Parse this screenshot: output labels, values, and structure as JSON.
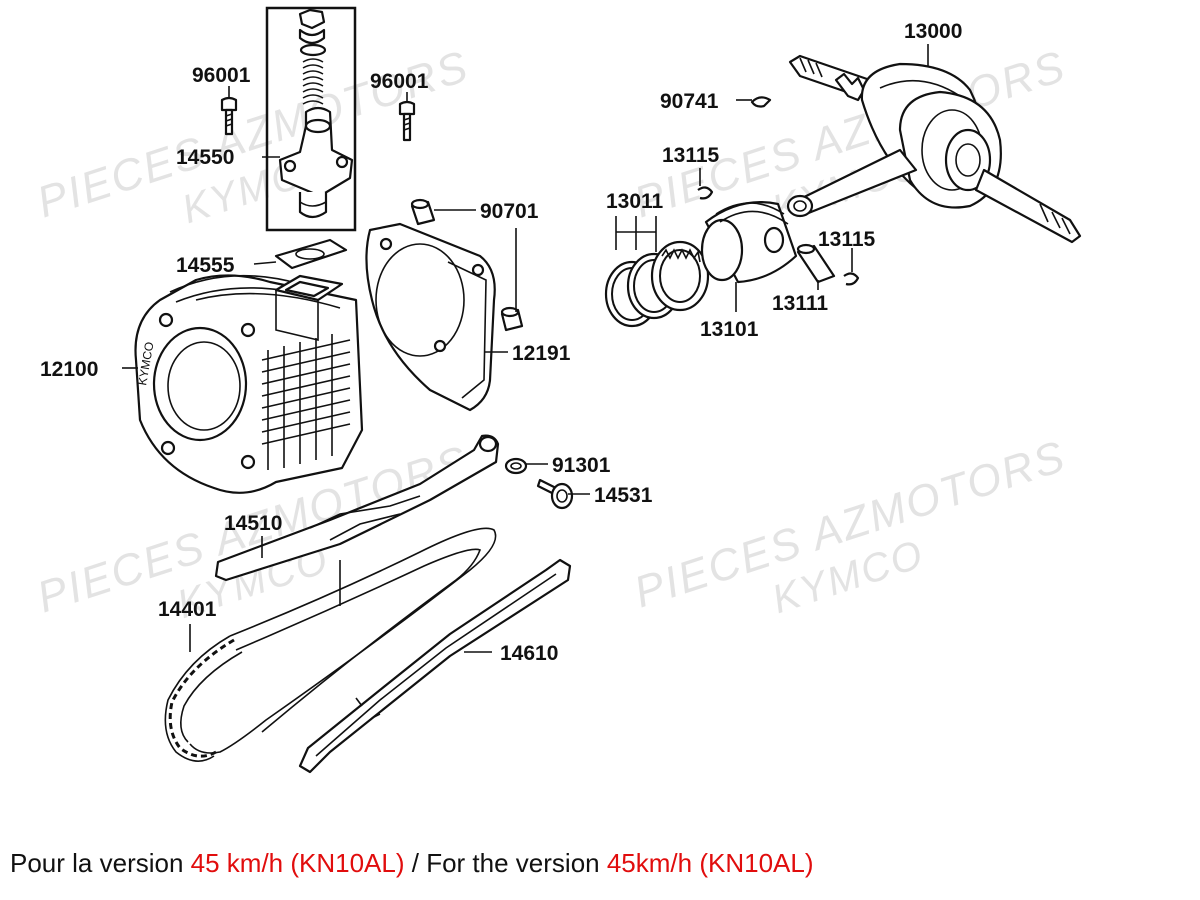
{
  "watermark": {
    "line1": "PIECES AZMOTORS",
    "line2": "KYMCO"
  },
  "cylinder_mark": "KYMCO",
  "part_numbers": {
    "p13000": "13000",
    "p96001a": "96001",
    "p96001b": "96001",
    "p90741": "90741",
    "p14550": "14550",
    "p13115a": "13115",
    "p13011": "13011",
    "p90701": "90701",
    "p13115b": "13115",
    "p14555": "14555",
    "p13111": "13111",
    "p13101": "13101",
    "p12191": "12191",
    "p12100": "12100",
    "p91301": "91301",
    "p14531": "14531",
    "p14510": "14510",
    "p14401": "14401",
    "p14610": "14610"
  },
  "caption": {
    "fr_prefix": "Pour la version ",
    "fr_version": "45 km/h (KN10AL)",
    "separator": " / For the version ",
    "en_version": "45km/h (KN10AL)"
  },
  "colors": {
    "accent_red": "#e10d0d",
    "watermark_gray": "#e3e3e3"
  }
}
